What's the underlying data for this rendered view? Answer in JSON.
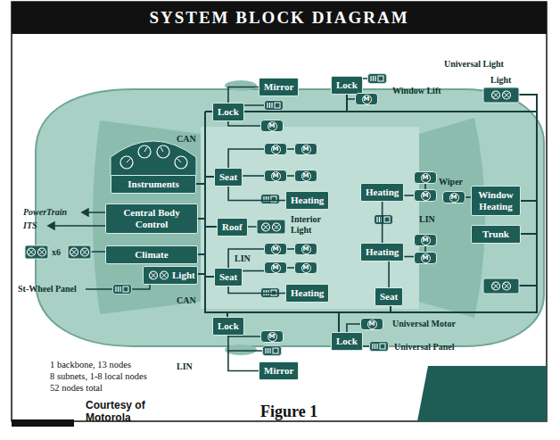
{
  "diagram": {
    "title": "SYSTEM BLOCK DIAGRAM",
    "caption": "Figure 1",
    "nodes": [
      {
        "text": [
          "Lock"
        ]
      },
      {
        "text": [
          "Mirror"
        ]
      },
      {
        "text": [
          "M"
        ]
      },
      {
        "text": [
          "Lock"
        ]
      },
      {
        "text": [
          "M"
        ]
      },
      {
        "text": [
          "Instruments"
        ]
      },
      {
        "text": [
          "Seat"
        ]
      },
      {
        "text": [
          "M"
        ]
      },
      {
        "text": [
          "M"
        ]
      },
      {
        "text": [
          "M"
        ]
      },
      {
        "text": [
          "M"
        ]
      },
      {
        "text": [
          "Heating"
        ]
      },
      {
        "text": [
          "Heating"
        ]
      },
      {
        "text": [
          "M"
        ]
      },
      {
        "text": [
          "M"
        ]
      },
      {
        "text": [
          "M"
        ]
      },
      {
        "text": [
          "Window Heating"
        ]
      },
      {
        "text": [
          "Trunk"
        ]
      },
      {
        "text": [
          "Central Body Control"
        ]
      },
      {
        "text": [
          "Roof"
        ]
      },
      {
        "text": [
          "Climate"
        ]
      },
      {
        "text": [
          "Light"
        ]
      },
      {
        "text": [
          "Seat"
        ]
      },
      {
        "text": [
          "M"
        ]
      },
      {
        "text": [
          "M"
        ]
      },
      {
        "text": [
          "M"
        ]
      },
      {
        "text": [
          "M"
        ]
      },
      {
        "text": [
          "Heating"
        ]
      },
      {
        "text": [
          "Heating"
        ]
      },
      {
        "text": [
          "M"
        ]
      },
      {
        "text": [
          "M"
        ]
      },
      {
        "text": [
          "Seat"
        ]
      },
      {
        "text": [
          "Lock"
        ]
      },
      {
        "text": [
          "M"
        ]
      },
      {
        "text": [
          "Mirror"
        ]
      },
      {
        "text": [
          "Lock"
        ]
      },
      {
        "text": [
          "M"
        ]
      }
    ],
    "edges": [
      {
        "from": 0,
        "to": 1,
        "arrow": "none"
      },
      {
        "from": 0,
        "to": 2,
        "arrow": "none"
      },
      {
        "from": 3,
        "to": 4,
        "arrow": "none"
      },
      {
        "from": 6,
        "to": 7,
        "arrow": "none"
      },
      {
        "from": 7,
        "to": 8,
        "arrow": "none"
      },
      {
        "from": 6,
        "to": 9,
        "arrow": "none"
      },
      {
        "from": 9,
        "to": 10,
        "arrow": "none"
      },
      {
        "from": 6,
        "to": 11,
        "arrow": "none"
      },
      {
        "from": 12,
        "to": 14,
        "arrow": "none"
      },
      {
        "from": 14,
        "to": 13,
        "arrow": "none"
      },
      {
        "from": 15,
        "to": 16,
        "arrow": "none"
      },
      {
        "from": 22,
        "to": 23,
        "arrow": "none"
      },
      {
        "from": 23,
        "to": 24,
        "arrow": "none"
      },
      {
        "from": 22,
        "to": 25,
        "arrow": "none"
      },
      {
        "from": 25,
        "to": 26,
        "arrow": "none"
      },
      {
        "from": 22,
        "to": 27,
        "arrow": "none"
      },
      {
        "from": 28,
        "to": 30,
        "arrow": "none"
      },
      {
        "from": 30,
        "to": 29,
        "arrow": "none"
      },
      {
        "from": 31,
        "to": 28,
        "arrow": "none"
      },
      {
        "from": 28,
        "to": 12,
        "arrow": "none"
      },
      {
        "from": 32,
        "to": 33,
        "arrow": "none"
      },
      {
        "from": 32,
        "to": 34,
        "arrow": "none"
      },
      {
        "from": 35,
        "to": 36,
        "arrow": "none"
      }
    ],
    "labels": [
      "CAN",
      "LIN",
      "CAN",
      "LIN",
      "LIN",
      "Window Lift",
      "Universal Light",
      "Light",
      "Wiper",
      "Interior Light",
      "PowerTrain",
      "ITS",
      "x6",
      "St-Wheel Panel",
      "Universal Motor",
      "Universal Panel",
      "1 backbone, 13 nodes",
      "8 subnets, 1-8 local nodes",
      "52 nodes total",
      "Courtesy of Motorola"
    ]
  }
}
